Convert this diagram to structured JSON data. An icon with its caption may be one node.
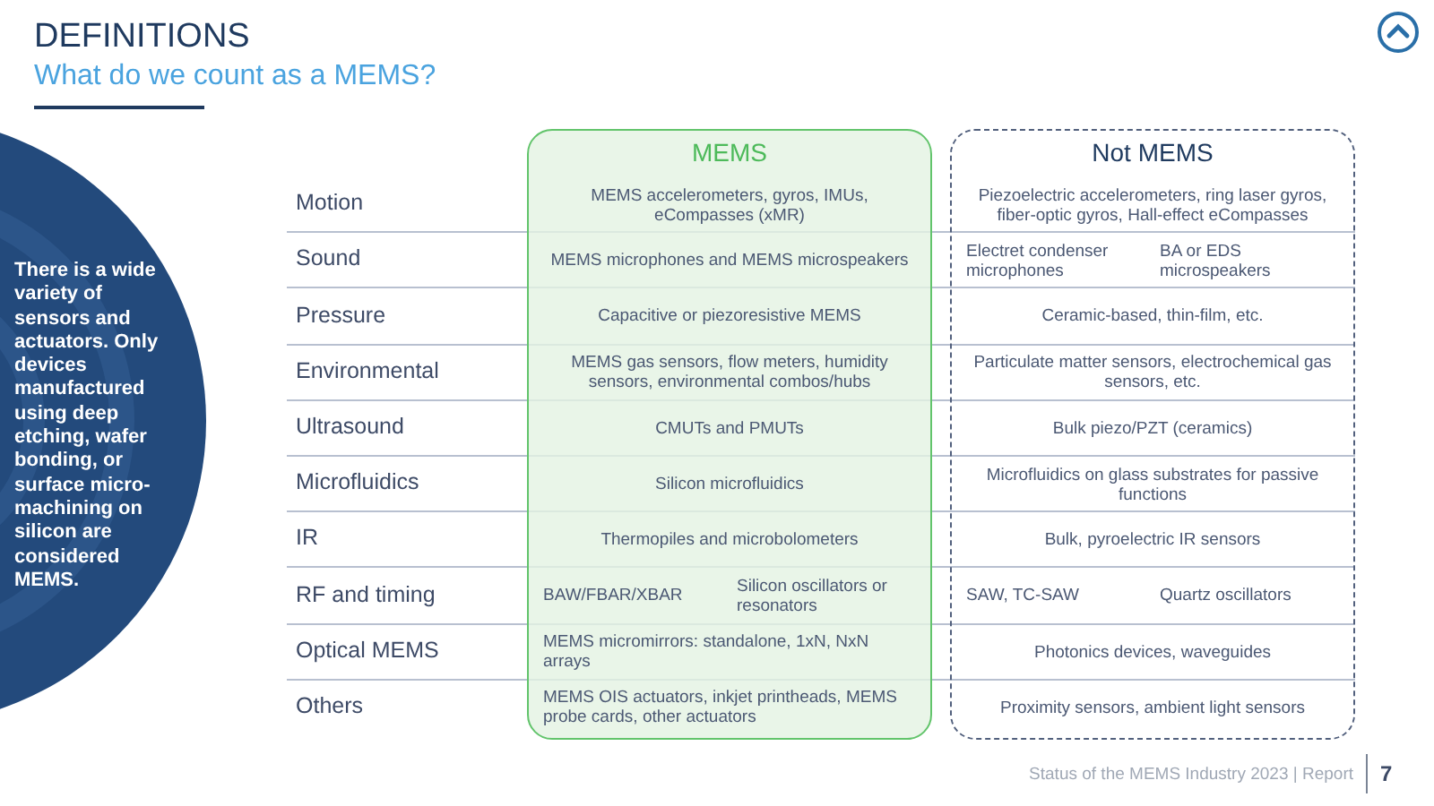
{
  "diagram": {
    "title": "DEFINITIONS",
    "nodes": [
      {
        "text": [
          "There is a wide variety of sensors and actuators. Only devices manufactured using deep etching, wafer bonding, or surface micro-machining on silicon are considered MEMS."
        ]
      },
      {
        "text": [
          "MEMS"
        ]
      },
      {
        "text": [
          "Not MEMS"
        ]
      },
      {
        "text": [
          "MEMS accelerometers, gyros, IMUs, eCompasses (xMR)"
        ],
        "in": 1
      },
      {
        "text": [
          "MEMS microphones and MEMS microspeakers"
        ],
        "in": 1
      },
      {
        "text": [
          "Capacitive or piezoresistive MEMS"
        ],
        "in": 1
      },
      {
        "text": [
          "MEMS gas sensors, flow meters, humidity sensors, environmental combos/hubs"
        ],
        "in": 1
      },
      {
        "text": [
          "CMUTs and PMUTs"
        ],
        "in": 1
      },
      {
        "text": [
          "Silicon microfluidics"
        ],
        "in": 1
      },
      {
        "text": [
          "Thermopiles and microbolometers"
        ],
        "in": 1
      },
      {
        "text": [
          "BAW/FBAR/XBAR",
          "Silicon oscillators or resonators"
        ],
        "in": 1
      },
      {
        "text": [
          "MEMS micromirrors: standalone, 1xN, NxN arrays"
        ],
        "in": 1
      },
      {
        "text": [
          "MEMS OIS actuators, inkjet printheads, MEMS probe cards, other actuators"
        ],
        "in": 1
      },
      {
        "text": [
          "Piezoelectric accelerometers, ring laser gyros, fiber-optic gyros, Hall-effect eCompasses"
        ],
        "in": 2
      },
      {
        "text": [
          "Electret condenser microphones",
          "BA or EDS microspeakers"
        ],
        "in": 2
      },
      {
        "text": [
          "Ceramic-based, thin-film, etc."
        ],
        "in": 2
      },
      {
        "text": [
          "Particulate matter sensors, electrochemical gas sensors, etc."
        ],
        "in": 2
      },
      {
        "text": [
          "Bulk piezo/PZT (ceramics)"
        ],
        "in": 2
      },
      {
        "text": [
          "Microfluidics on glass substrates for passive functions"
        ],
        "in": 2
      },
      {
        "text": [
          "Bulk, pyroelectric IR sensors"
        ],
        "in": 2
      },
      {
        "text": [
          "SAW, TC-SAW",
          "Quartz oscillators"
        ],
        "in": 2
      },
      {
        "text": [
          "Photonics devices, waveguides"
        ],
        "in": 2
      },
      {
        "text": [
          "Proximity sensors, ambient light sensors"
        ],
        "in": 2
      }
    ],
    "labels": [
      "What do we count as a MEMS?",
      "Motion",
      "Sound",
      "Pressure",
      "Environmental",
      "Ultrasound",
      "Microfluidics",
      "IR",
      "RF and timing",
      "Optical MEMS",
      "Others",
      "Status of the MEMS Industry 2023 | Report",
      "7"
    ]
  }
}
